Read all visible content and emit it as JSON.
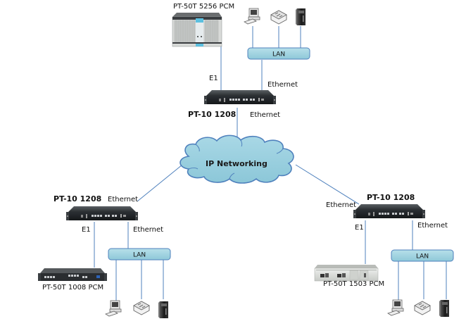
{
  "colors": {
    "line": "#4f81bd",
    "lan_fill": "#93cddd",
    "lan_stroke": "#4f81bd",
    "cloud_fill": "#93cddd",
    "cloud_stroke": "#4f81bd",
    "device_dark": "#2b2f33",
    "device_light": "#d9dbd8"
  },
  "cloud": {
    "label": "IP Networking",
    "icon": "cloud-icon"
  },
  "sites": {
    "top": {
      "pcm_label": "PT-50T 5256 PCM",
      "pcm_icon": "pcm-chassis-icon",
      "router_label": "PT-10 1208",
      "router_icon": "router-icon",
      "e1_label": "E1",
      "lan_ethernet_label": "Ethernet",
      "uplink_ethernet_label": "Ethernet",
      "lan_label": "LAN",
      "endpoints": [
        "computer-icon",
        "switch-icon",
        "server-icon"
      ]
    },
    "left": {
      "pcm_label": "PT-50T 1008 PCM",
      "pcm_icon": "pcm-1u-icon",
      "router_label": "PT-10 1208",
      "router_icon": "router-icon",
      "e1_label": "E1",
      "lan_ethernet_label": "Ethernet",
      "uplink_ethernet_label": "Ethernet",
      "lan_label": "LAN",
      "endpoints": [
        "computer-icon",
        "switch-icon",
        "server-icon"
      ]
    },
    "right": {
      "pcm_label": "PT-50T 1503 PCM",
      "pcm_icon": "pcm-2u-icon",
      "router_label": "PT-10 1208",
      "router_icon": "router-icon",
      "e1_label": "E1",
      "lan_ethernet_label": "Ethernet",
      "uplink_ethernet_label": "Ethernet",
      "lan_label": "LAN",
      "endpoints": [
        "computer-icon",
        "switch-icon",
        "server-icon"
      ]
    }
  }
}
